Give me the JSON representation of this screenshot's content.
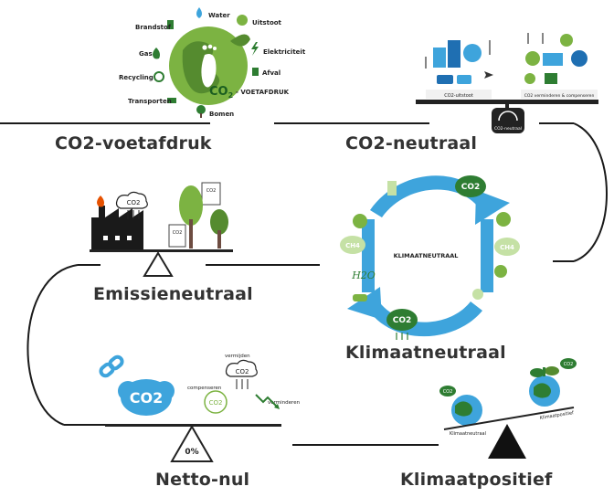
{
  "stages": {
    "footprint": "CO2-voetafdruk",
    "neutral": "CO2-neutraal",
    "emission": "Emissieneutraal",
    "climate": "Klimaatneutraal",
    "netzero": "Netto-nul",
    "positive": "Klimaatpositief"
  },
  "footprint": {
    "items": [
      "Water",
      "Uitstoot",
      "Brandstof",
      "Elektriciteit",
      "Gas",
      "Afval",
      "Recycling",
      "Transporten",
      "Bomen"
    ],
    "co2_label": "CO",
    "co2_sub": "2",
    "tagline": "- VOETAFDRUK"
  },
  "neutral": {
    "left_tray": "CO2-uitstoot",
    "right_tray": "CO2 verminderen & compenseren",
    "scale": "CO2-neutraal"
  },
  "emission": {
    "cloud": "CO2",
    "doc": "CO2"
  },
  "climate": {
    "center": "KLIMAATNEUTRAAL",
    "molecules": [
      "CH4",
      "CH4",
      "H2O"
    ],
    "clouds": [
      "CO2",
      "CO2"
    ]
  },
  "netzero": {
    "cloud": "CO2",
    "compensate": "compenseren",
    "avoid": "vermijden",
    "reduce": "verminderen",
    "ring": "CO2",
    "small_cloud": "CO2",
    "percent": "0%"
  },
  "positive": {
    "left_tag": "Klimaatneutraal",
    "right_tag": "Klimaatpositief",
    "left_cloud": "CO2",
    "right_cloud": "CO2"
  },
  "colors": {
    "path": "#1a1a1a",
    "green": "#2e7d32",
    "lightgreen": "#7cb342",
    "blue": "#3ea4dc",
    "darkblue": "#1f6fb2",
    "title": "#333333"
  }
}
